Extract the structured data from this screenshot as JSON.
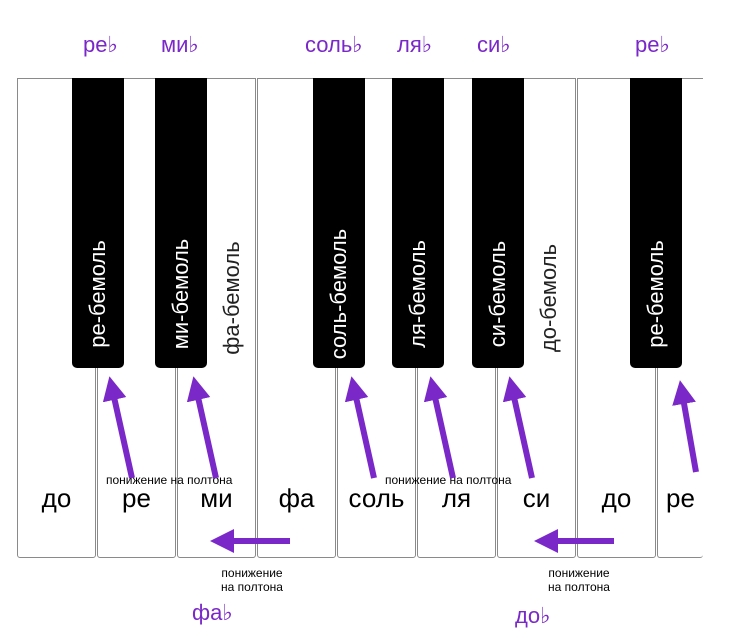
{
  "top_flats": [
    "ре♭",
    "ми♭",
    "соль♭",
    "ля♭",
    "си♭",
    "ре♭"
  ],
  "white_keys": [
    "до",
    "ре",
    "ми",
    "фа",
    "соль",
    "ля",
    "си",
    "до",
    "ре"
  ],
  "black_keys": [
    "ре-бемоль",
    "ми-бемоль",
    "соль-бемоль",
    "ля-бемоль",
    "си-бемоль",
    "ре-бемоль"
  ],
  "enharmonic_labels": [
    "фа-бемоль",
    "до-бемоль"
  ],
  "notes": {
    "lowering": "понижение на полтона",
    "lowering_line1": "понижение",
    "lowering_line2": "на полтона"
  },
  "bottom_flats": [
    "фа♭",
    "до♭"
  ],
  "colors": {
    "accent": "#7a28c8"
  }
}
